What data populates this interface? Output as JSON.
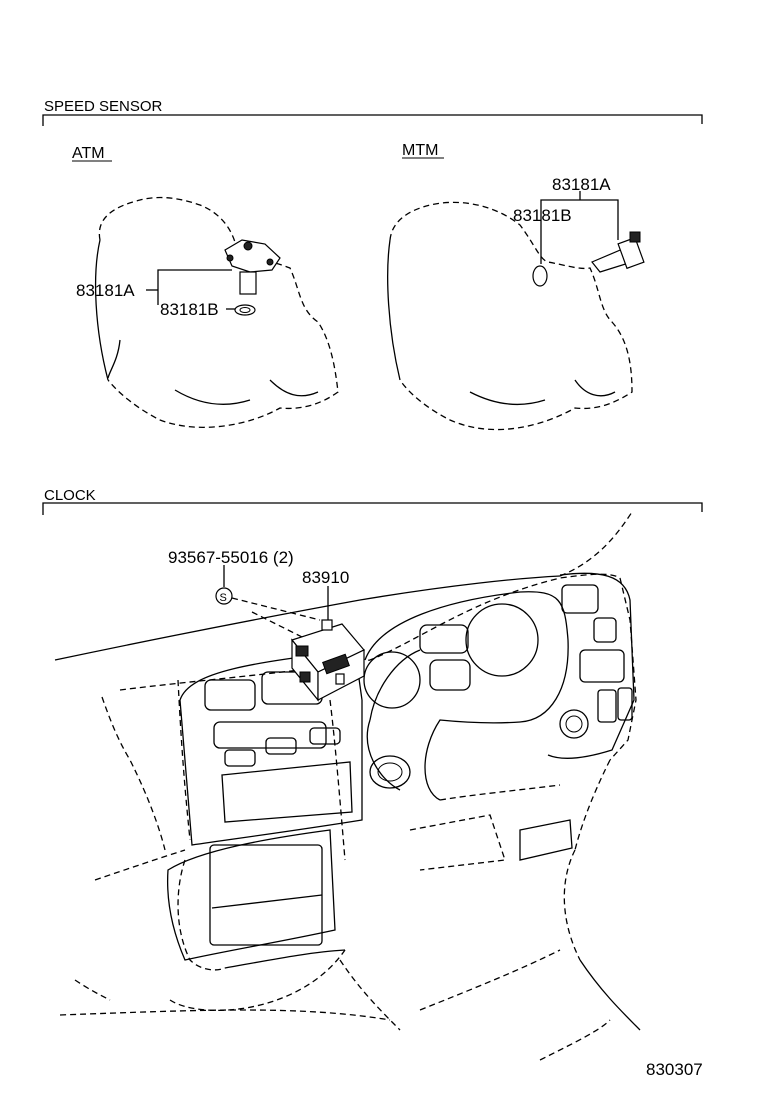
{
  "sections": {
    "speed_sensor": {
      "title": "SPEED SENSOR",
      "atm_label": "ATM",
      "mtm_label": "MTM"
    },
    "clock": {
      "title": "CLOCK"
    }
  },
  "parts": {
    "atm_sensor": "83181A",
    "atm_gasket": "83181B",
    "mtm_sensor": "83181A",
    "mtm_gasket": "83181B",
    "screw": "93567-55016 (2)",
    "screw_symbol": "S",
    "clock": "83910"
  },
  "figure_number": "830307"
}
